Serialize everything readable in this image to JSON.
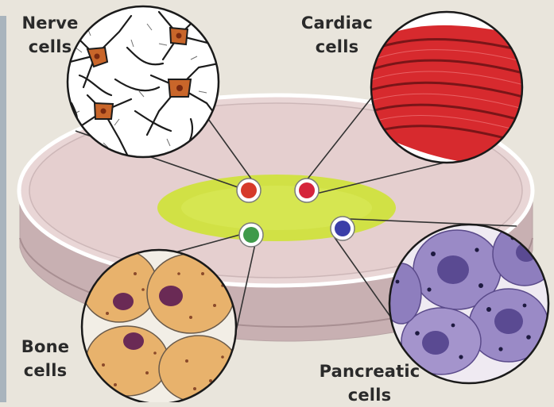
{
  "labels": {
    "nerve": [
      "Nerve",
      "cells"
    ],
    "cardiac": [
      "Cardiac",
      "cells"
    ],
    "bone": [
      "Bone",
      "cells"
    ],
    "pancreatic": [
      "Pancreatic",
      "cells"
    ]
  },
  "colors": {
    "nerve_dot": "#d63a2a",
    "cardiac_dot": "#d5243b",
    "bone_dot": "#3f9a4a",
    "pancreatic_dot": "#3a3ea8",
    "culture_medium": "#cfe33a",
    "cardiac_tissue": "#d72a2e",
    "bone_cell": "#e8b26c",
    "pancreatic_cell": "#9a8ac6",
    "nerve_cell": "#c9662a"
  }
}
